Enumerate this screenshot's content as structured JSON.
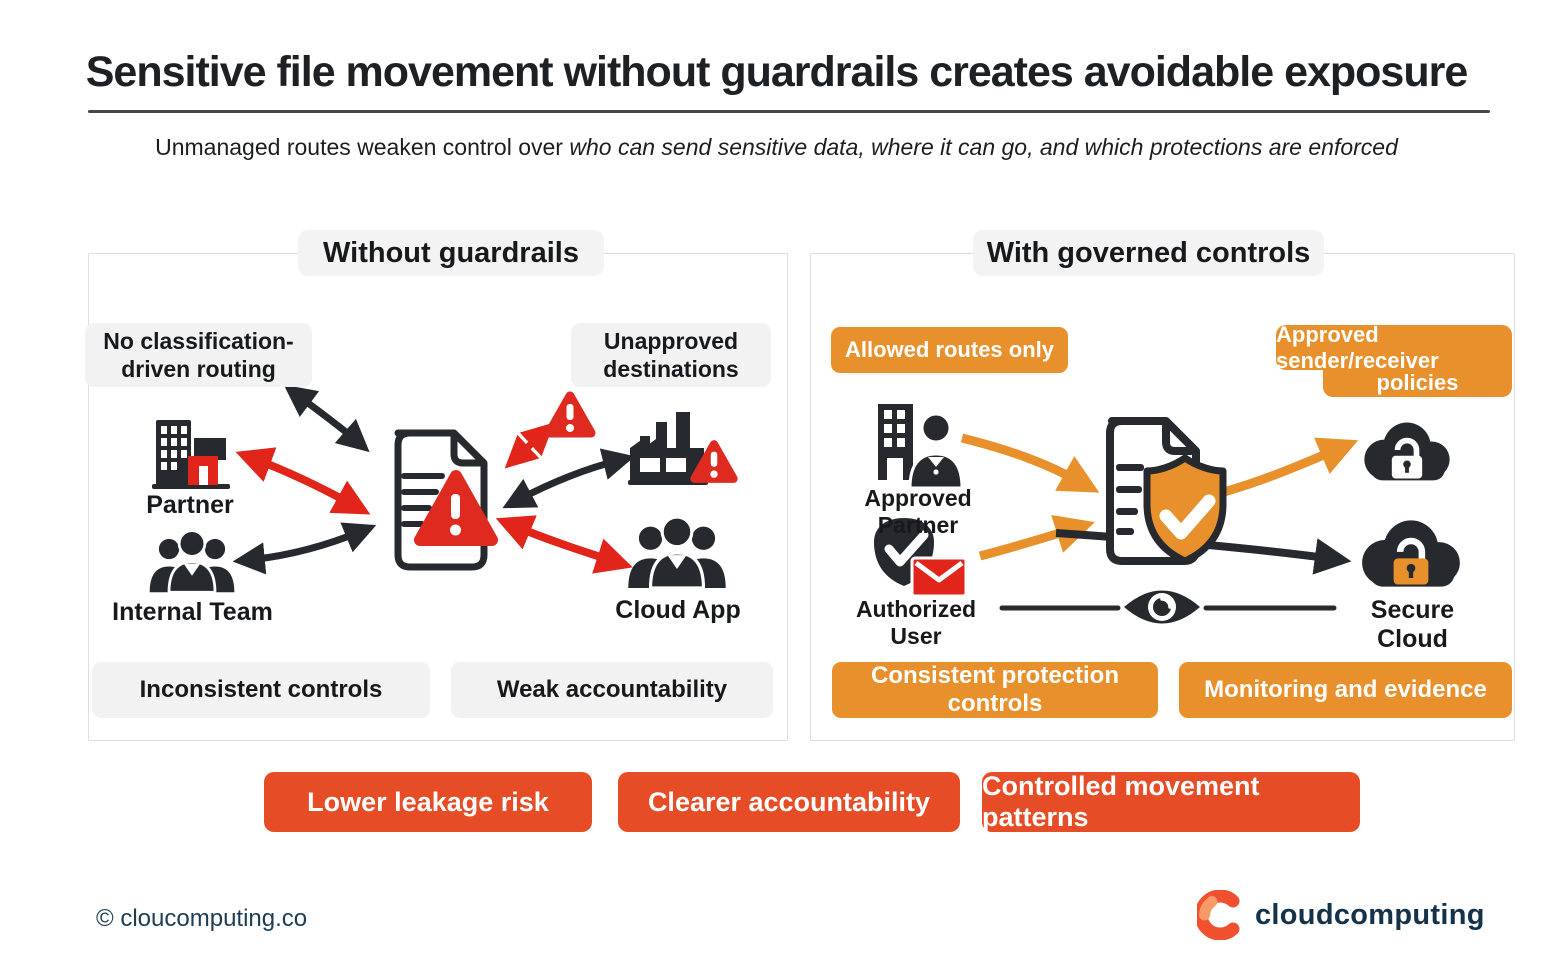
{
  "title": "Sensitive file movement without guardrails creates avoidable exposure",
  "subtitle": {
    "lead": "Unmanaged routes weaken control over ",
    "emphasis": "who can send sensitive data, where it can go, and which protections are enforced"
  },
  "colors": {
    "accent_orange": "#E8912C",
    "alert_red": "#DF2B1F",
    "cta_red": "#E64C25",
    "ink": "#26292E",
    "callout_gray": "#F2F2F2",
    "footer_navy": "#1C3D53"
  },
  "left_panel": {
    "header": "Without guardrails",
    "callouts": {
      "no_classification": "No classification-\ndriven routing",
      "unapproved_destinations": "Unapproved\ndestinations",
      "inconsistent_controls": "Inconsistent controls",
      "weak_accountability": "Weak accountability"
    },
    "nodes": {
      "partner": "Partner",
      "internal_team": "Internal Team",
      "cloud_app": "Cloud App"
    },
    "icons": [
      "building-icon",
      "people-icon",
      "document-warning-icon",
      "warning-triangle-icon",
      "factory-warning-icon",
      "people-icon"
    ]
  },
  "right_panel": {
    "header": "With governed controls",
    "callouts": {
      "allowed_routes": "Allowed routes only",
      "approved_policies_line1": "Approved sender/receiver",
      "approved_policies_line2": "policies",
      "consistent_protection": "Consistent protection controls",
      "monitoring_evidence": "Monitoring and evidence"
    },
    "nodes": {
      "approved_partner": "Approved Partner",
      "authorized_user": "Authorized User",
      "secure_cloud": "Secure Cloud"
    },
    "icons": [
      "building-person-icon",
      "shield-check-envelope-icon",
      "document-shield-check-icon",
      "cloud-lock-icon",
      "cloud-lock-icon",
      "eye-icon"
    ]
  },
  "benefits": [
    "Lower leakage risk",
    "Clearer accountability",
    "Controlled movement patterns"
  ],
  "footer": {
    "copyright": "© cloucomputing.co",
    "brand": "cloudcomputing"
  }
}
